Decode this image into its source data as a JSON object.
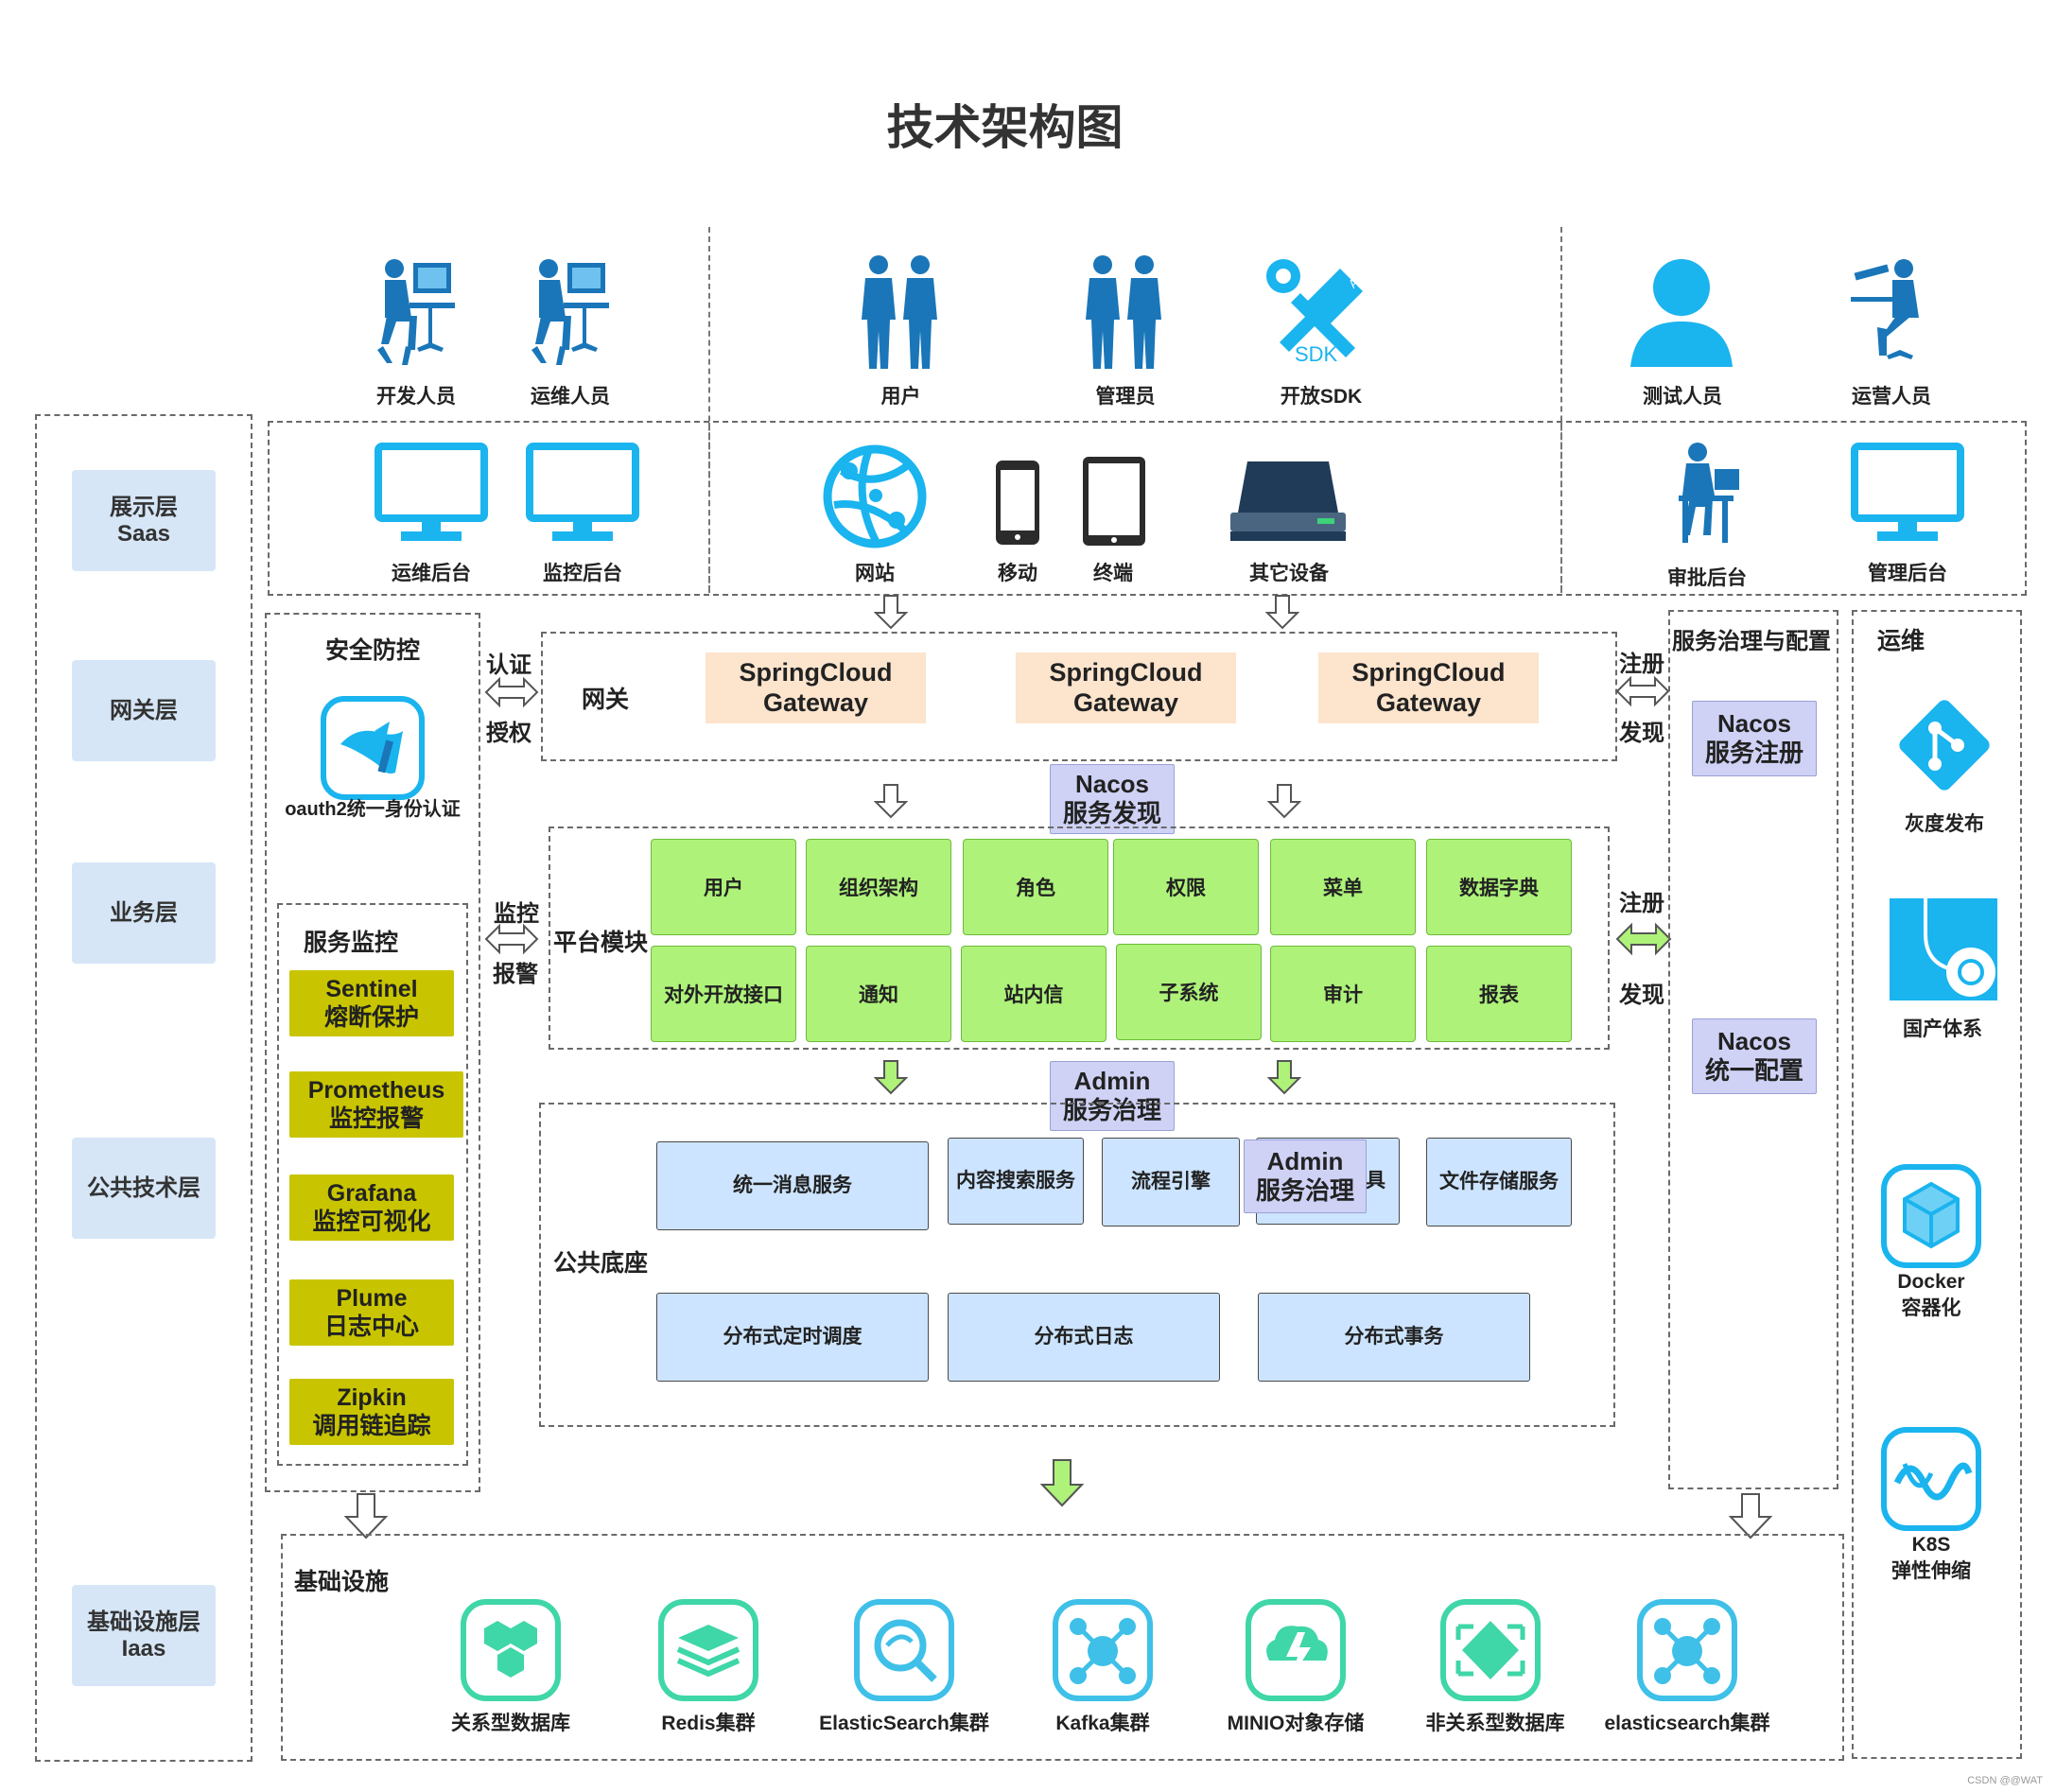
{
  "title": "技术架构图",
  "layers": [
    "展示层\nSaas",
    "网关层",
    "业务层",
    "公共技术层",
    "基础设施层\nIaas"
  ],
  "top_roles": {
    "left": [
      "开发人员",
      "运维人员"
    ],
    "center": [
      "用户",
      "管理员",
      "开放SDK"
    ],
    "right": [
      "测试人员",
      "运营人员"
    ]
  },
  "sdk_icon_text": {
    "sdk": "SDK",
    "azure": "Azure"
  },
  "presentation": {
    "left": [
      "运维后台",
      "监控后台"
    ],
    "center": [
      "网站",
      "移动",
      "终端",
      "其它设备"
    ],
    "right": [
      "审批后台",
      "管理后台"
    ]
  },
  "security": {
    "title": "安全防控",
    "oauth": "oauth2统一身份认证",
    "auth_top": "认证",
    "auth_bottom": "授权"
  },
  "gateway": {
    "label": "网关",
    "boxes": [
      "SpringCloud\nGateway",
      "SpringCloud\nGateway",
      "SpringCloud\nGateway"
    ],
    "register": "注册",
    "discover": "发现"
  },
  "nacos_discovery": "Nacos\n服务发现",
  "platform": {
    "label": "平台模块",
    "monitor_top": "监控",
    "monitor_bottom": "报警",
    "register": "注册",
    "discover": "发现",
    "row1": [
      "用户",
      "组织架构",
      "角色",
      "权限",
      "菜单",
      "数据字典"
    ],
    "row2": [
      "对外开放接口",
      "通知",
      "站内信",
      "子系统",
      "审计",
      "报表"
    ]
  },
  "admin_governance": "Admin\n服务治理",
  "common": {
    "label": "公共底座",
    "row1": [
      "统一消息服务",
      "内容搜索服务",
      "流程引擎",
      "具",
      "文件存储服务"
    ],
    "row2": [
      "分布式定时调度",
      "分布式日志",
      "分布式事务"
    ],
    "overlay": "Admin\n服务治理"
  },
  "monitoring": {
    "title": "服务监控",
    "items": [
      "Sentinel\n熔断保护",
      "Prometheus\n监控报警",
      "Grafana\n监控可视化",
      "Plume\n日志中心",
      "Zipkin\n调用链追踪"
    ]
  },
  "governance": {
    "title": "服务治理与配置",
    "items": [
      "Nacos\n服务注册",
      "Nacos\n统一配置"
    ]
  },
  "ops": {
    "title": "运维",
    "items": [
      "灰度发布",
      "国产体系",
      "Docker\n容器化",
      "K8S\n弹性伸缩"
    ]
  },
  "infra": {
    "title": "基础设施",
    "items": [
      "关系型数据库",
      "Redis集群",
      "ElasticSearch集群",
      "Kafka集群",
      "MINIO对象存储",
      "非关系型数据库",
      "elasticsearch集群"
    ]
  },
  "watermark": "CSDN @@WAT",
  "colors": {
    "layer_bg": "#d6e6f7",
    "gateway_bg": "#fce4cd",
    "nacos_bg": "#cfd2f5",
    "module_bg": "#aef27a",
    "service_bg": "#cce4ff",
    "monitor_bg": "#c8c500",
    "icon_blue": "#1ab4ef",
    "figure_blue": "#1a76b8",
    "infra_green": "#3fd6a8"
  }
}
